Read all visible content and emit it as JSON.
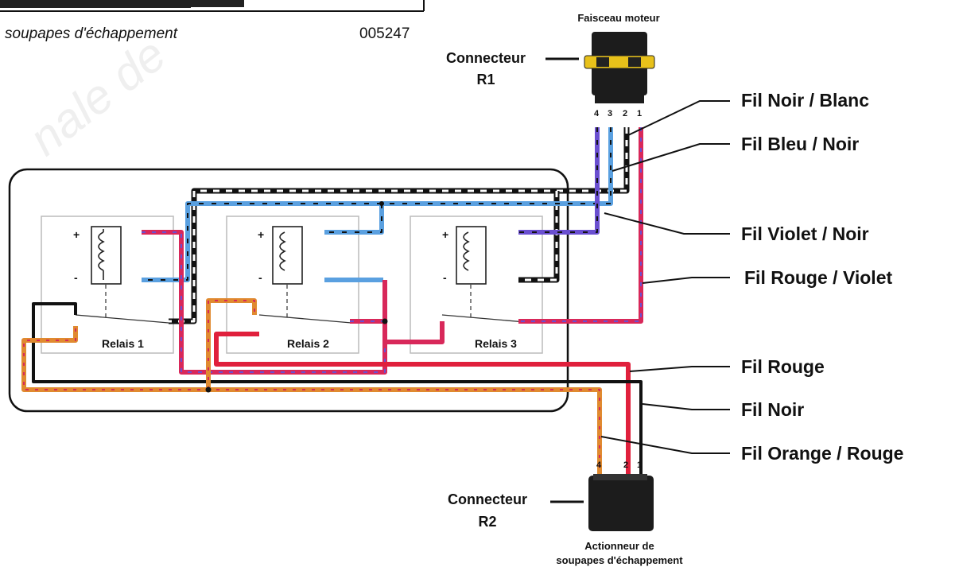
{
  "header": {
    "caption": "soupapes d'échappement",
    "ref": "005247"
  },
  "connector_r1": {
    "title": "Faisceau moteur",
    "label_line1": "Connecteur",
    "label_line2": "R1",
    "pins": [
      "4",
      "3",
      "2",
      "1"
    ]
  },
  "connector_r2": {
    "label_line1": "Connecteur",
    "label_line2": "R2",
    "pins": [
      "4",
      "2",
      "1"
    ],
    "title_line1": "Actionneur de",
    "title_line2": "soupapes d'échappement"
  },
  "relays": [
    {
      "label": "Relais 1",
      "plus": "+",
      "minus": "-"
    },
    {
      "label": "Relais 2",
      "plus": "+",
      "minus": "-"
    },
    {
      "label": "Relais 3",
      "plus": "+",
      "minus": "-"
    }
  ],
  "wires": [
    {
      "label": "Fil Noir / Blanc",
      "color": "#111111"
    },
    {
      "label": "Fil Bleu / Noir",
      "color": "#5aa0e0"
    },
    {
      "label": "Fil Violet / Noir",
      "color": "#6a4fd0"
    },
    {
      "label": "Fil Rouge / Violet",
      "color": "#d8285a"
    },
    {
      "label": "Fil Rouge",
      "color": "#e0203c"
    },
    {
      "label": "Fil Noir",
      "color": "#111111"
    },
    {
      "label": "Fil Orange / Rouge",
      "color": "#e08a30"
    }
  ]
}
